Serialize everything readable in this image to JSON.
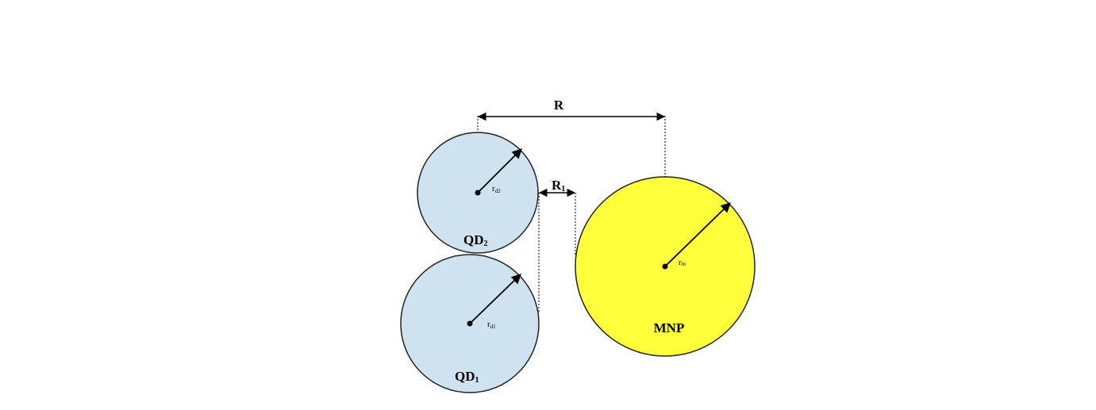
{
  "diagram": {
    "distance_R": {
      "main": "R",
      "sub": ""
    },
    "distance_R1": {
      "main": "R",
      "sub": "1"
    },
    "qd2": {
      "main": "QD",
      "sub": "2",
      "radius_main": "r",
      "radius_sub": "d2"
    },
    "qd1": {
      "main": "QD",
      "sub": "1",
      "radius_main": "r",
      "radius_sub": "d1"
    },
    "mnp": {
      "main": "MNP",
      "radius_main": "r",
      "radius_sub": "m"
    }
  },
  "colors": {
    "quantum_dot_fill": "#cfe2ef",
    "mnp_fill": "#ffff3c",
    "stroke": "#222222"
  }
}
